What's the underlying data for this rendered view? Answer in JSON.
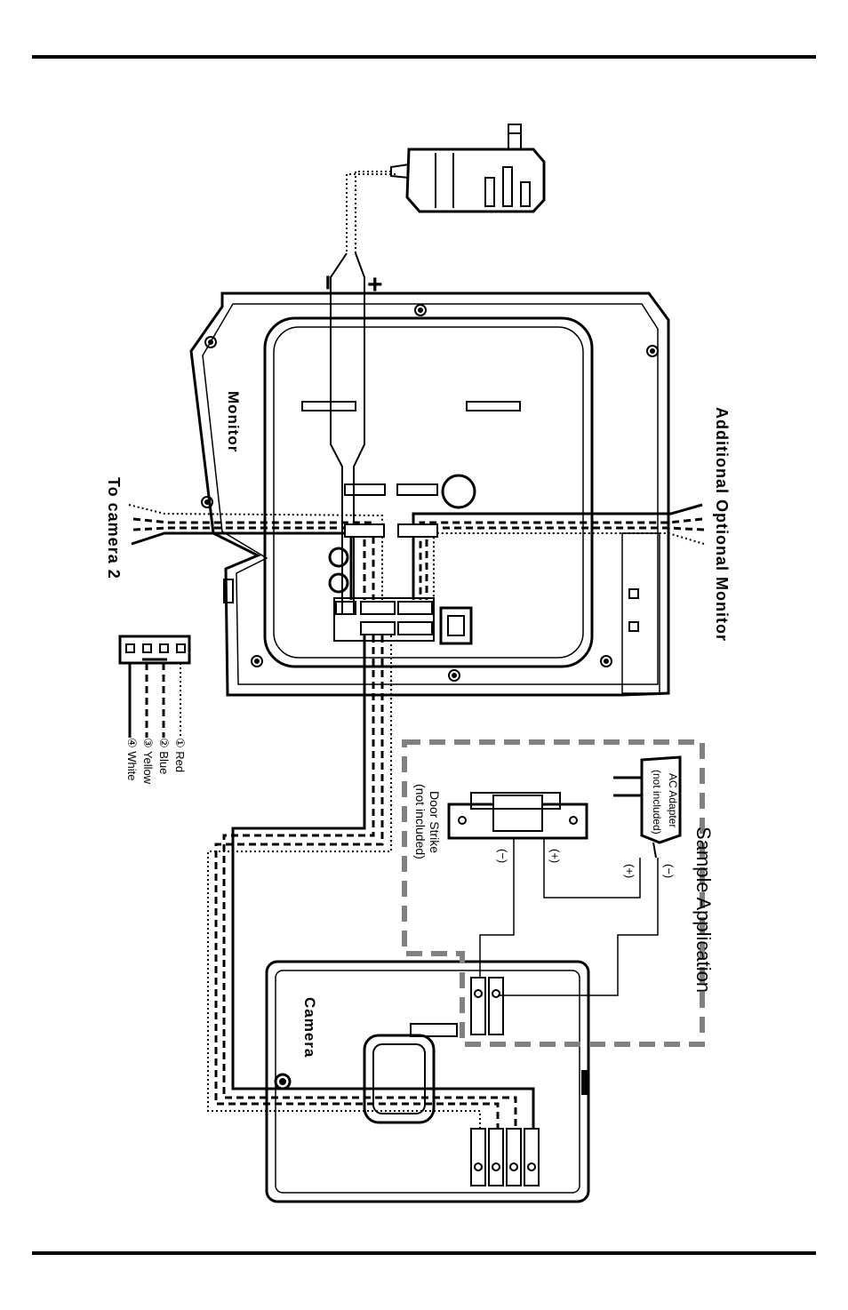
{
  "labels": {
    "monitor": "Monitor",
    "to_camera_2": "To camera 2",
    "additional_monitor": "Additional Optional Monitor",
    "camera": "Camera",
    "sample_application": "Sample Application",
    "door_strike_1": "Door Strike",
    "door_strike_2": "(not included)",
    "ac_adapter_1": "AC Adapter",
    "ac_adapter_2": "(not included)",
    "minus": "−",
    "plus": "+",
    "pol_minus": "(−)",
    "pol_plus": "(+)"
  },
  "legend": [
    {
      "num": "①",
      "label": "Red",
      "style": "dotted"
    },
    {
      "num": "②",
      "label": "Blue",
      "style": "dashed"
    },
    {
      "num": "③",
      "label": "Yellow",
      "style": "dashed"
    },
    {
      "num": "④",
      "label": "White",
      "style": "solid"
    }
  ],
  "colors": {
    "line": "#000000",
    "sample_box": "#808080"
  }
}
